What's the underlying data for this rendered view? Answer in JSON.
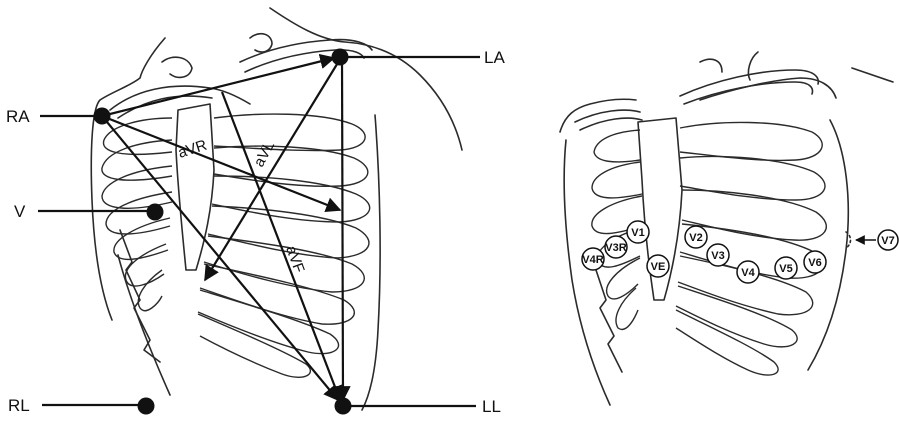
{
  "limb_diagram": {
    "labels": {
      "ra": "RA",
      "la": "LA",
      "v": "V",
      "rl": "RL",
      "ll": "LL"
    },
    "vectors": {
      "avr": "aVR",
      "avl": "aVL",
      "avf": "aVF"
    }
  },
  "chest_diagram": {
    "positions": [
      "V1",
      "V2",
      "V3",
      "V4",
      "V5",
      "V6",
      "V7",
      "V3R",
      "V4R",
      "VE"
    ]
  }
}
